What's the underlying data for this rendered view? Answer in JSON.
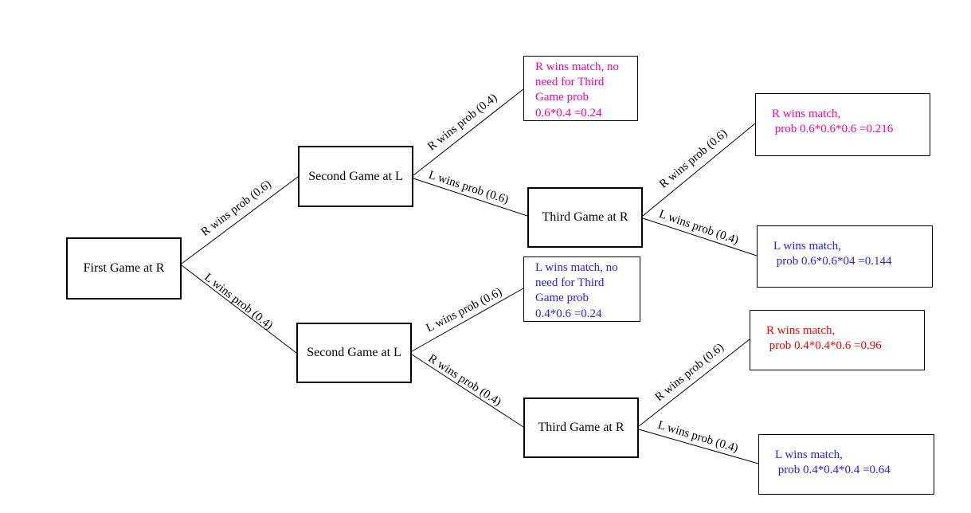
{
  "diagram": {
    "nodes": {
      "first_game": "First Game at R",
      "second_game_top": "Second Game at L",
      "second_game_bottom": "Second Game at L",
      "third_game_top": "Third Game at R",
      "third_game_bottom": "Third Game at R"
    },
    "branch_labels": {
      "root_r": "R wins prob (0.6)",
      "root_l": "L wins prob (0.4)",
      "second_top_r": "R wins prob (0.4)",
      "second_top_l": "L wins prob (0.6)",
      "third_top_r": "R wins prob (0.6)",
      "third_top_l": "L wins prob (0.4)",
      "second_bottom_l": "L wins prob (0.6)",
      "second_bottom_r": "R wins prob (0.4)",
      "third_bottom_r": "R wins prob (0.6)",
      "third_bottom_l": "L wins prob (0.4)"
    },
    "outcomes": {
      "r_wins_no_third": {
        "text": "R wins match, no\nneed for Third\nGame prob\n0.6*0.4 =0.24",
        "color": "#FF0099"
      },
      "r_wins_third_top": {
        "text": "R wins match,\n prob 0.6*0.6*0.6 =0.216",
        "color": "#FF0099"
      },
      "l_wins_third_top": {
        "text": "L wins match,\n prob 0.6*0.6*04 =0.144",
        "color": "#2222FF"
      },
      "l_wins_no_third": {
        "text": "L wins match, no\nneed for Third\nGame prob\n0.4*0.6 =0.24",
        "color": "#2222FF"
      },
      "r_wins_third_bottom": {
        "text": "R wins match,\n prob 0.4*0.4*0.6 =0.96",
        "color": "#FF0000"
      },
      "l_wins_third_bottom": {
        "text": "L wins match,\n prob 0.4*0.4*0.4 =0.64",
        "color": "#2222FF"
      }
    },
    "colors": {
      "line": "#000000",
      "node_border": "#000000",
      "node_text": "#000000",
      "magenta": "#FF0099",
      "blue": "#2222FF",
      "red": "#FF0000",
      "background": "#FFFFFF"
    }
  }
}
